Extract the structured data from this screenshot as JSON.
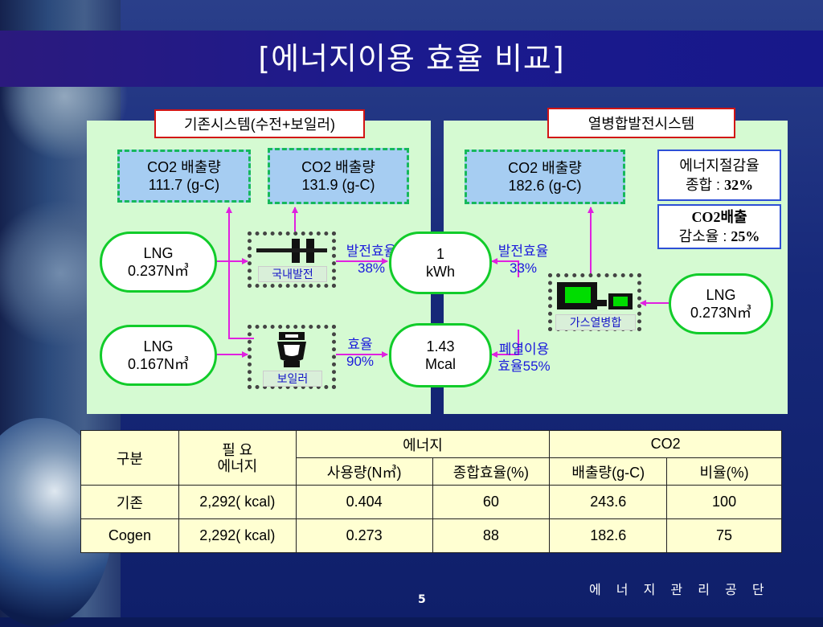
{
  "title": "[에너지이용 효율 비교]",
  "left": {
    "header": "기존시스템(수전+보일러)",
    "co2_power": "CO2 배출량\n111.7 (g-C)",
    "co2_boiler": "CO2 배출량\n131.9 (g-C)",
    "lng_power": "LNG\n0.237N㎥",
    "lng_boiler": "LNG\n0.167N㎥",
    "plant_label": "국내발전",
    "boiler_label": "보일러",
    "gen_eff": "발전효율\n38%",
    "boiler_eff": "효율\n90%",
    "output_power": "1\nkWh",
    "output_heat": "1.43\nMcal"
  },
  "right": {
    "header": "열병합발전시스템",
    "co2": "CO2 배출량\n182.6 (g-C)",
    "saving_label": "에너지절감율",
    "saving_value_prefix": "종합 : ",
    "saving_value": "32%",
    "reduction_label": "CO2배출",
    "reduction_value_prefix": "감소율 : ",
    "reduction_value": "25%",
    "gen_eff": "발전효율\n33%",
    "waste_heat_eff": "폐열이용\n효율55%",
    "cogen_label": "가스열병합",
    "lng": "LNG\n0.273N㎥"
  },
  "table": {
    "h_category": "구분",
    "h_required": "필 요\n에너지",
    "h_energy": "에너지",
    "h_co2": "CO2",
    "h_usage": "사용량(N㎥)",
    "h_total_eff": "종합효율(%)",
    "h_emission": "배출량(g-C)",
    "h_ratio": "비율(%)",
    "rows": [
      {
        "name": "기존",
        "required": "2,292( kcal)",
        "usage": "0.404",
        "efficiency": "60",
        "emission": "243.6",
        "ratio": "100"
      },
      {
        "name": "Cogen",
        "required": "2,292( kcal)",
        "usage": "0.273",
        "efficiency": "88",
        "emission": "182.6",
        "ratio": "75"
      }
    ]
  },
  "footer": "에 너 지 관 리 공 단",
  "page_number": "5",
  "colors": {
    "arrow": "#e020e0",
    "panel": "#d5fad2",
    "table": "#ffffd2",
    "label": "#1a1adc"
  }
}
